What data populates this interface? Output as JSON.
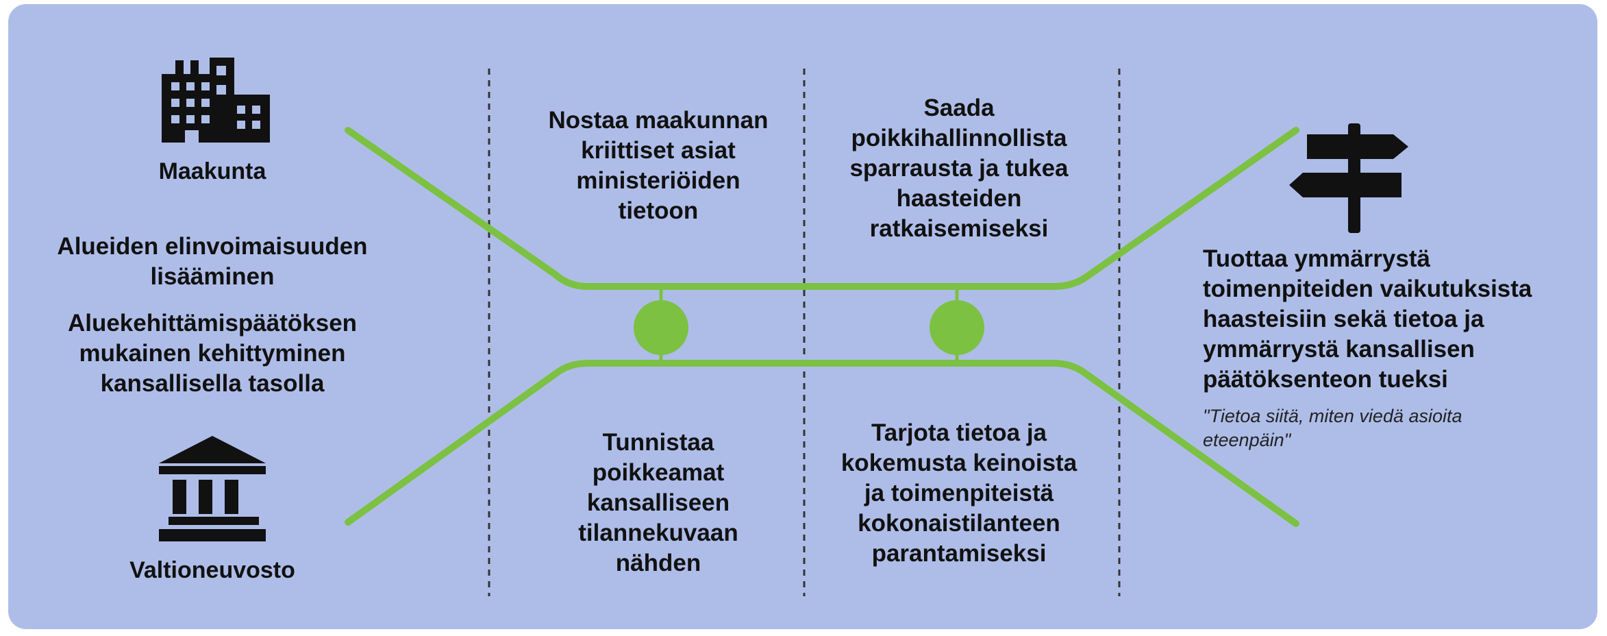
{
  "colors": {
    "background": "#aebde8",
    "line": "#7cc142",
    "node": "#7cc142",
    "text": "#111111"
  },
  "left": {
    "maakunta_label": "Maakunta",
    "valtioneuvosto_label": "Valtioneuvosto",
    "goal1": "Alueiden elinvoimaisuuden\nlisääminen",
    "goal2": "Aluekehittämispäätöksen\nmukainen kehittyminen\nkansallisella tasolla",
    "icons": [
      "building-icon",
      "government-building-icon"
    ]
  },
  "columns": {
    "col1_top": "Nostaa maakunnan\nkriittiset asiat\nministeriöiden\ntietoon",
    "col1_bottom": "Tunnistaa\npoikkeamat\nkansalliseen\ntilannekuvaan\nnähden",
    "col2_top": "Saada\npoikkihallinnollista\nsparrausta ja tukea\nhaasteiden\nratkaisemiseksi",
    "col2_bottom": "Tarjota tietoa ja\nkokemusta keinoista\nja toimenpiteistä\nkokonaistilanteen\nparantamiseksi"
  },
  "right": {
    "outcome": "Tuottaa ymmärrystä\ntoimenpiteiden vaikutuksista\nhaasteisiin sekä tietoa ja\nymmärrystä kansallisen\npäätöksenteon tueksi",
    "quote": "\"Tietoa siitä, miten viedä asioita\neteenpäin\"",
    "icon": "signpost-icon"
  }
}
